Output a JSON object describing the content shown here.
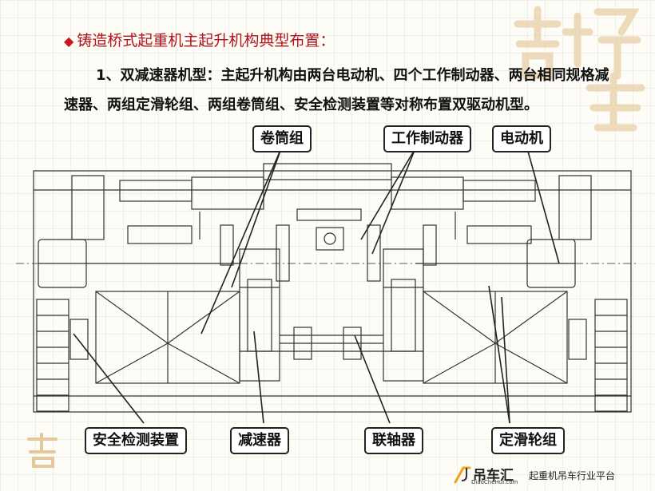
{
  "slide": {
    "bullet": "◆",
    "heading": "铸造桥式起重机主起升机构典型布置：",
    "body": "1、双减速器机型：主起升机构由两台电动机、四个工作制动器、两台相同规格减速器、两组定滑轮组、两组卷筒组、安全检测装置等对称布置双驱动机型。"
  },
  "labels": {
    "drum": "卷筒组",
    "brake": "工作制动器",
    "motor": "电动机",
    "safety": "安全检测装置",
    "reducer": "减速器",
    "coupling": "联轴器",
    "pulley": "定滑轮组"
  },
  "logo": {
    "name": "吊车汇",
    "url": "DiaoCheHui.com",
    "slogan": "起重机吊车行业平台"
  },
  "colors": {
    "heading": "#b3121a",
    "line": "#333333",
    "deco": "#e8c9a0"
  }
}
